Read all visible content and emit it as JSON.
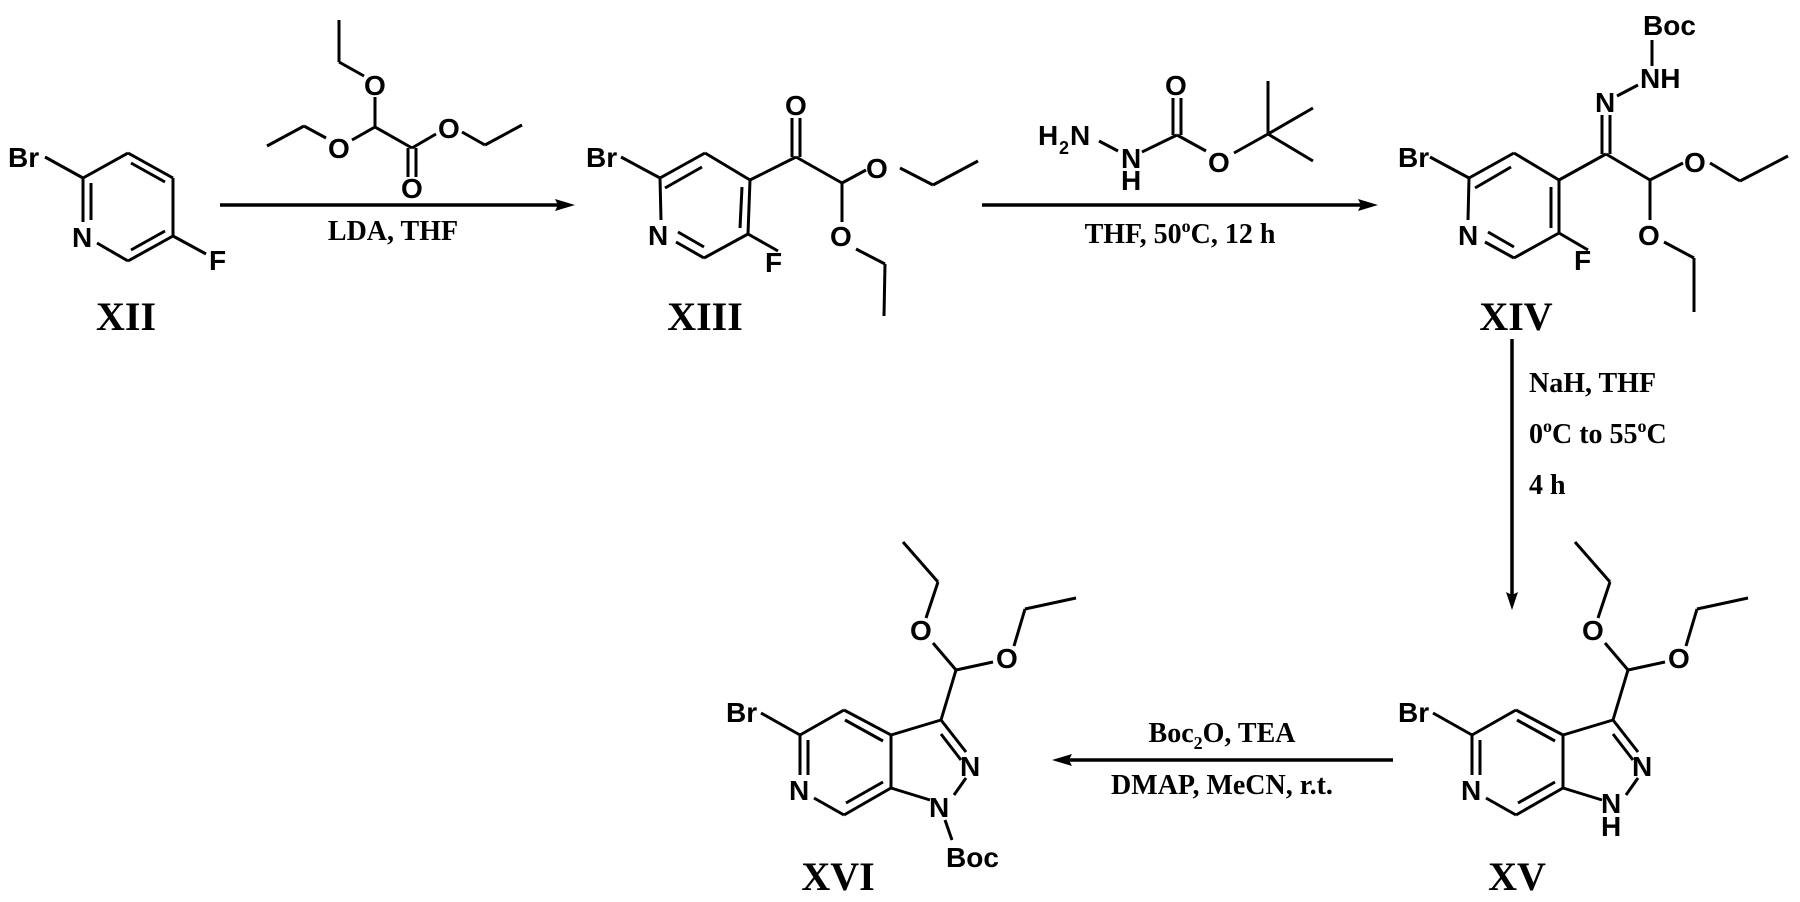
{
  "scheme": {
    "compounds": [
      {
        "id": "XII",
        "label": "XII",
        "atoms": {
          "br": "Br",
          "n": "N",
          "f": "F"
        }
      },
      {
        "id": "XIII",
        "label": "XIII",
        "atoms": {
          "br": "Br",
          "n": "N",
          "f": "F",
          "o_keto": "O",
          "o1": "O",
          "o2": "O"
        }
      },
      {
        "id": "XIV",
        "label": "XIV",
        "atoms": {
          "br": "Br",
          "n": "N",
          "f": "F",
          "n_imine": "N",
          "nh": "NH",
          "boc": "Boc",
          "o1": "O",
          "o2": "O"
        }
      },
      {
        "id": "XV",
        "label": "XV",
        "atoms": {
          "br": "Br",
          "n6": "N",
          "n2": "N",
          "n1": "N",
          "h": "H",
          "o1": "O",
          "o2": "O"
        }
      },
      {
        "id": "XVI",
        "label": "XVI",
        "atoms": {
          "br": "Br",
          "n6": "N",
          "n2": "N",
          "n1": "N",
          "boc": "Boc",
          "o1": "O",
          "o2": "O"
        }
      }
    ],
    "steps": [
      {
        "from": "XII",
        "to": "XIII",
        "direction": "right",
        "reagent_structure": "ethyl 2,2-diethoxyacetate",
        "reagent_atoms": {
          "o1": "O",
          "o2": "O",
          "o_ester": "O",
          "o_carbonyl": "O"
        },
        "conditions_below": "LDA, THF"
      },
      {
        "from": "XIII",
        "to": "XIV",
        "direction": "right",
        "reagent_structure": "tert-butyl carbazate",
        "reagent_atoms": {
          "h2n_h": "H",
          "h2n_2": "2",
          "h2n_n": "N",
          "nh_n": "N",
          "nh_h": "H",
          "o_carbonyl": "O",
          "o_ester": "O"
        },
        "conditions_below": "THF, 50°C, 12 h",
        "conditions_parts": {
          "a": "THF, 50",
          "deg": "o",
          "b": "C, 12 h"
        }
      },
      {
        "from": "XIV",
        "to": "XV",
        "direction": "down",
        "conditions_lines": [
          "NaH, THF",
          "0°C to 55°C",
          "4 h"
        ],
        "conditions_parts": {
          "line1": "NaH, THF",
          "line2_a": "0",
          "line2_deg1": "o",
          "line2_b": "C to 55",
          "line2_deg2": "o",
          "line2_c": "C",
          "line3": "4 h"
        }
      },
      {
        "from": "XV",
        "to": "XVI",
        "direction": "left",
        "conditions_above": "Boc₂O, TEA",
        "conditions_above_parts": {
          "a": "Boc",
          "sub": "2",
          "b": "O, TEA"
        },
        "conditions_below": "DMAP, MeCN, r.t."
      }
    ]
  }
}
